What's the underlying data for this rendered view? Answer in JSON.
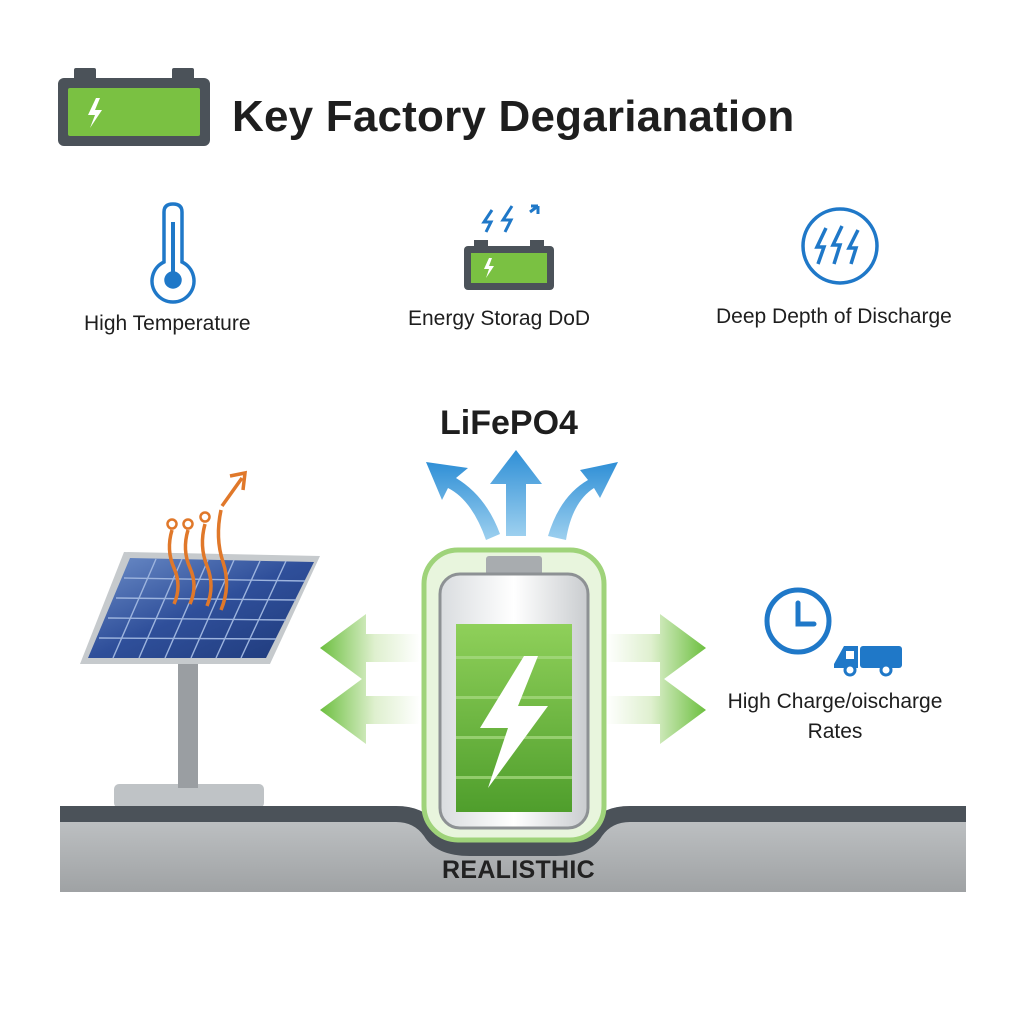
{
  "title": "Key Factory Degarianation",
  "factors": [
    {
      "label": "High Temperature",
      "icon": "thermometer-icon"
    },
    {
      "label": "Energy Storag DoD",
      "icon": "battery-lightning-icon"
    },
    {
      "label": "Deep Depth of Discharge",
      "icon": "lightning-circle-icon"
    }
  ],
  "chemistry": "LiFePO4",
  "rate_factor": {
    "line1": "High Charge/oischarge",
    "line2": "Rates",
    "icons": [
      "clock-icon",
      "truck-icon"
    ]
  },
  "ground_label": "REALISTHIC",
  "colors": {
    "green": "#6cbf3f",
    "blue": "#1f78c8",
    "arrow_blue": "#4aa6de",
    "orange": "#e0782a",
    "dark_gray": "#4b5259",
    "ground_gray": "#a8abad"
  }
}
